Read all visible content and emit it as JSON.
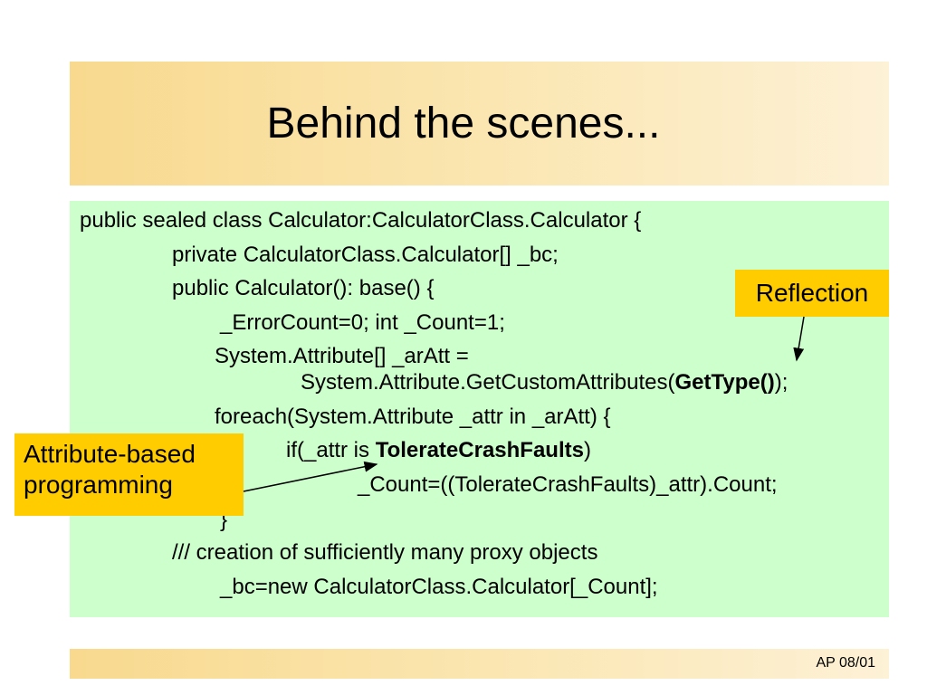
{
  "slide": {
    "title": "Behind the scenes...",
    "footer": "AP 08/01"
  },
  "code": {
    "line1": "public sealed class Calculator:CalculatorClass.Calculator {",
    "line2": "private CalculatorClass.Calculator[] _bc;",
    "line3": "public Calculator(): base() {",
    "line4": "_ErrorCount=0; int _Count=1;",
    "line5": "System.Attribute[] _arAtt =",
    "line6_pre": "System.Attribute.GetCustomAttributes(",
    "line6_bold": "GetType()",
    "line6_post": ");",
    "line7": "foreach(System.Attribute _attr in _arAtt) {",
    "line8_pre": "if(_attr is ",
    "line8_bold": "TolerateCrashFaults",
    "line8_post": ")",
    "line9": "_Count=((TolerateCrashFaults)_attr).Count;",
    "line10": "}",
    "line11": "/// creation of sufficiently many proxy objects",
    "line12": "_bc=new CalculatorClass.Calculator[_Count];"
  },
  "callouts": {
    "reflection": "Reflection",
    "attribute_line1": "Attribute-based",
    "attribute_line2": "programming"
  },
  "colors": {
    "title_band": "#f8d98e",
    "code_background": "#ccffcc",
    "callout_background": "#ffcc00"
  }
}
